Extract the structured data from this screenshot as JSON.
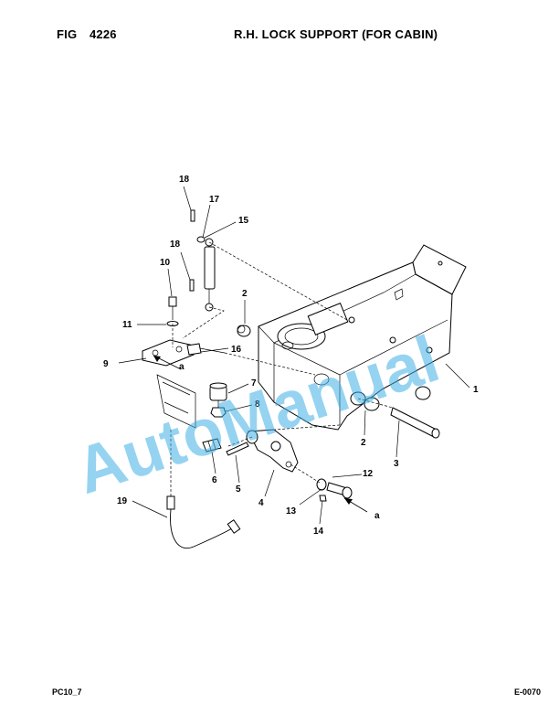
{
  "header": {
    "fig_label": "FIG",
    "fig_number": "4226",
    "title": "R.H. LOCK SUPPORT (FOR CABIN)"
  },
  "callouts": {
    "c1": "1",
    "c2a": "2",
    "c2b": "2",
    "c3": "3",
    "c4": "4",
    "c5": "5",
    "c6": "6",
    "c7": "7",
    "c8": "8",
    "c9": "9",
    "c10": "10",
    "c11": "11",
    "c12": "12",
    "c13": "13",
    "c14": "14",
    "c15": "15",
    "c16": "16",
    "c17": "17",
    "c18a": "18",
    "c18b": "18",
    "c19": "19",
    "a1": "a",
    "a2": "a"
  },
  "watermark": "AutoManual",
  "watermark_color": "#3fb0e6",
  "footer": {
    "left": "PC10_7",
    "right": "E-0070"
  }
}
